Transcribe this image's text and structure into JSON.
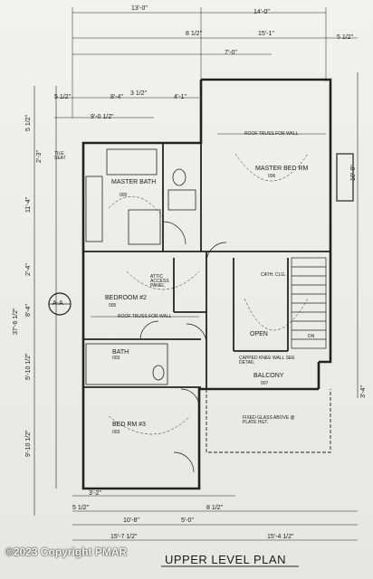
{
  "plan": {
    "title": "UPPER LEVEL PLAN",
    "copyright": "©2023 Copyright PMAR",
    "dimensions": {
      "top_left": "13'-0\"",
      "top_right": "14'-0\"",
      "d1": "8 1/2\"",
      "d2": "15'-1\"",
      "d3": "5 1/2\"",
      "d4": "7'-0\"",
      "d5": "5 1/2\"",
      "d6": "8'-4\"",
      "d7": "3 1/2\"",
      "d8": "4'-1\"",
      "d9": "9'-0 1/2\"",
      "left1": "5 1/2\"",
      "left2": "2'-3\"",
      "left3": "11'-4\"",
      "left4": "2'-4\"",
      "left5": "37'-6 1/2\"",
      "left6": "8'-4\"",
      "left7": "5'-10 1/2\"",
      "left8": "9'-10 1/2\"",
      "right1": "10'-0\"",
      "right2": "3'-4\"",
      "bot1": "3'-2\"",
      "bot2": "10'-8\"",
      "bot3": "5'-0\"",
      "bot4": "15'-7 1/2\"",
      "bot5": "15'-4 1/2\"",
      "bot6": "5 1/2\"",
      "bot7": "8 1/2\""
    },
    "rooms": {
      "master_bed": "MASTER BED RM",
      "master_bed_num": "006",
      "master_bath": "MASTER BATH",
      "master_bath_num": "005",
      "bedroom2": "BEDROOM #2",
      "bedroom2_num": "005",
      "bath": "BATH",
      "bath_num": "003",
      "bed3": "BED RM #3",
      "bed3_num": "003",
      "open": "OPEN",
      "balcony": "BALCONY",
      "balcony_num": "007",
      "cath_clg": "CATH. CLG."
    },
    "notes": {
      "roof_truss1": "ROOF TRUSS FOR WALL",
      "roof_truss2": "ROOF TRUSS FOR WALL",
      "attic": "ATTIC ACCESS PANEL",
      "tile_seat": "TILE SEAT",
      "capped": "CAPPED KNEE WALL SEE DETAIL",
      "fixed_glass": "FIXED GLASS ABOVE @ PLATE HGT.",
      "dn": "DN",
      "section": "A-A"
    }
  }
}
